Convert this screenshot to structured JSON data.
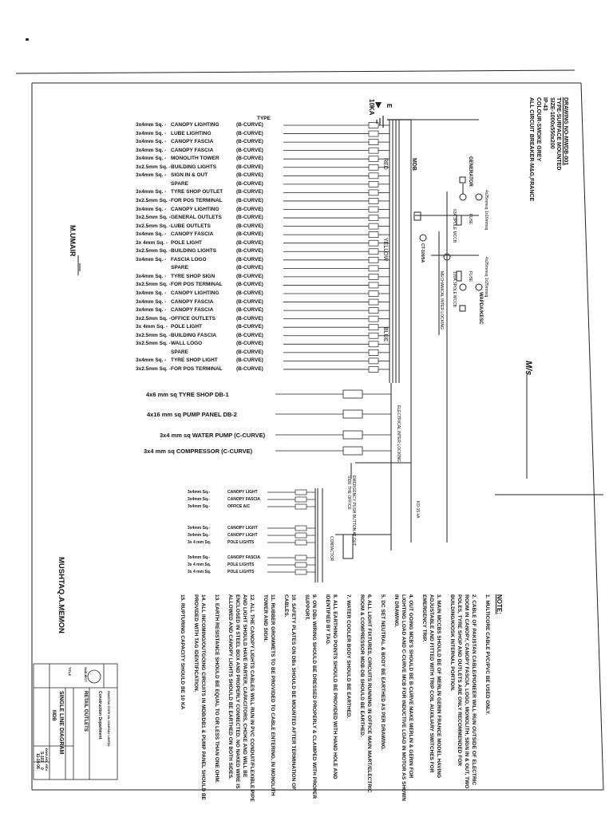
{
  "header": {
    "lines": [
      "DRAWING NO-MWDB-001",
      "TYPE-SURFACE MOUNTED",
      "SIZE-1000x550x200",
      "IP-43",
      "COLOUR-SMOKE GREY",
      "ALL CIRCUIT BREAKER-M&G,FRANCE"
    ]
  },
  "mdb_label": "MDB",
  "phase_labels": {
    "red": "RED",
    "yellow": "YELLOW",
    "blue": "BLUE"
  },
  "earth_label": "E",
  "ka_label": "10KA",
  "feeders_header": "TYPE",
  "feeders": [
    {
      "cable": "3x4mm Sq. -",
      "name": "CANOPY LIGHTING",
      "curve": "(B-CURVE)"
    },
    {
      "cable": "3x4mm Sq. -",
      "name": "LUBE LIGHTING",
      "curve": "(B-CURVE)"
    },
    {
      "cable": "3x4mm Sq. -",
      "name": "CANOPY FASCIA",
      "curve": "(B-CURVE)"
    },
    {
      "cable": "3x4mm Sq. -",
      "name": "CANOPY FASCIA",
      "curve": "(B-CURVE)"
    },
    {
      "cable": "3x4mm Sq. -",
      "name": "MONOLITH TOWER",
      "curve": "(B-CURVE)"
    },
    {
      "cable": "3x2.5mm Sq. -",
      "name": "BUILDING LIGHTS",
      "curve": "(B-CURVE)"
    },
    {
      "cable": "3x4mm Sq. -",
      "name": "SIGN IN & OUT",
      "curve": "(B-CURVE)"
    },
    {
      "cable": "",
      "name": "SPARE",
      "curve": "(B-CURVE)"
    },
    {
      "cable": "3x4mm Sq. -",
      "name": "TYRE SHOP OUTLET",
      "curve": "(B-CURVE)"
    },
    {
      "cable": "3x2.5mm Sq. -",
      "name": "FOR POS TERMINAL",
      "curve": "(B-CURVE)"
    },
    {
      "cable": "3x4mm Sq. -",
      "name": "CANOPY LIGHTING",
      "curve": "(B-CURVE)"
    },
    {
      "cable": "3x2.5mm Sq. -",
      "name": "GENERAL OUTLETS",
      "curve": "(B-CURVE)"
    },
    {
      "cable": "3x2.5mm Sq. -",
      "name": "LUBE OUTLETS",
      "curve": "(B-CURVE)"
    },
    {
      "cable": "3x4mm Sq. -",
      "name": "CANOPY FASCIA",
      "curve": "(B-CURVE)"
    },
    {
      "cable": "3x 4mm Sq. -",
      "name": "POLE LIGHT",
      "curve": "(B-CURVE)"
    },
    {
      "cable": "3x2.5mm Sq. -",
      "name": "BUILDING LIGHTS",
      "curve": "(B-CURVE)"
    },
    {
      "cable": "3x4mm Sq. -",
      "name": "FASCIA LOGO",
      "curve": "(B-CURVE)"
    },
    {
      "cable": "",
      "name": "SPARE",
      "curve": "(B-CURVE)"
    },
    {
      "cable": "3x4mm Sq. -",
      "name": "TYRE SHOP SIGN",
      "curve": "(B-CURVE)"
    },
    {
      "cable": "3x2.5mm Sq. -",
      "name": "FOR POS TERMINAL",
      "curve": "(B-CURVE)"
    },
    {
      "cable": "3x4mm Sq. -",
      "name": "CANOPY LIGHTING",
      "curve": "(B-CURVE)"
    },
    {
      "cable": "3x4mm Sq. -",
      "name": "CANOPY FASCIA",
      "curve": "(B-CURVE)"
    },
    {
      "cable": "3x4mm Sq. -",
      "name": "CANOPY FASCIA",
      "curve": "(B-CURVE)"
    },
    {
      "cable": "3x2.5mm Sq. -",
      "name": "OFFICE OUTLETS",
      "curve": "(B-CURVE)"
    },
    {
      "cable": "3x 4mm Sq. -",
      "name": "POLE LIGHT",
      "curve": "(B-CURVE)"
    },
    {
      "cable": "3x2.5mm Sq. -",
      "name": "BUILDING FASCIA",
      "curve": "(B-CURVE)"
    },
    {
      "cable": "3x2.5mm Sq. -",
      "name": "WALL LOGO",
      "curve": "(B-CURVE)"
    },
    {
      "cable": "",
      "name": "SPARE",
      "curve": "(B-CURVE)"
    },
    {
      "cable": "3x4mm Sq. -",
      "name": "TYRE SHOP LIGHT",
      "curve": "(B-CURVE)"
    },
    {
      "cable": "3x2.5mm Sq. -",
      "name": "FOR POS TERMINAL",
      "curve": "(B-CURVE)"
    }
  ],
  "big_feeders": [
    {
      "text": "4x6 mm sq TYRE SHOP    DB-1"
    },
    {
      "text": "4x16 mm sq PUMP PANEL DB-2"
    },
    {
      "text": "3x4 mm sq WATER PUMP (C-CURVE)"
    },
    {
      "text": "3x4 mm sq  COMPRESSOR     (C-CURVE)"
    }
  ],
  "sub_feeders": [
    {
      "cable": "3x4mm Sq.-",
      "name": "CANOPY LIGHT"
    },
    {
      "cable": "3x4mm Sq.-",
      "name": "CANOPY FASCIA"
    },
    {
      "cable": "3x4mm Sq.-",
      "name": "OFFICE A/C"
    },
    {
      "cable": "3x4mm Sq.-",
      "name": "CANOPY LIGHT"
    },
    {
      "cable": "3x4mm Sq.-",
      "name": "CANOPY LIGHT"
    },
    {
      "cable": "3x 4 mm Sq.",
      "name": "POLE LIGHTS"
    },
    {
      "cable": "3x4mm Sq.-",
      "name": "CANOPY FASCIA"
    },
    {
      "cable": "3x 4 mm Sq.",
      "name": "POLE LIGHTS"
    },
    {
      "cable": "3x 4 mm Sq.",
      "name": "POLE LIGHTS"
    }
  ],
  "labels": {
    "generator": "GENERATOR",
    "generator_cable": "4x25mmsq 1x16mmsq",
    "wapda_cable": "4x25mmsq 1x25mmsq",
    "wapda": "WAPDA/KESC",
    "fuse": "FUSE",
    "mccb1": "63A 3POLE MCCB",
    "mccb2": "100A 3POLE MCCB",
    "mech_interlock": "MECHANICAL INTER LOCKING",
    "ct": "CT-100/5A",
    "elec_interlock": "ELECTRICAL INTER LOCKING",
    "kd": "KD-15 kA",
    "emergency": "EMERGENCY PUSH BUTTON AT OUT SIDE THE OFFICE",
    "contactor": "CONTACTOR",
    "ms": "M/s",
    "sign1": "M.UMAIR",
    "sign2": "MUSHTAQ.A.MEMON"
  },
  "notes_title": "NOTE:",
  "notes": [
    "1.  MULTICORE CABLE PVC/PVC BE USED ONLY.",
    "2.  CABLE OF PAKISTAN CABLE/PIONEER WILL RUN OUTSIDE OF ELECTRIC ROOM IN CANOPY, CANOPY FASCIA, LOGO, MONOLITH, SIGN IN & OUT, TWO POLES, TYRE SHOP AND OUTLETS ARE ONLY RECOMMENDED FOR BUILDING/KIOSK INTERNAL PORTION.",
    "3.  MAIN MCCBS SHOULD BE OF MERLIN GERIN FRANCE MODEL HAVING ADJUSTABLE AND FITTED WITH TRIP COIL AUXILIARY SWITCHES FOR EMERGENCY TRIP.",
    "4.  OUT GOING MCB'S SHOULD BE B-CURVE MAKE MERLIN & GERIN FOR LIGHTING LOAD AND C-CURVE MCB FOR INDUCTIVE LOAD IN MOTOR AS SHOWN IN DRAWING.",
    "5.  DC SET NEUTRAL & BODY BE EARTHED AS PER DRAWING.",
    "6.  ALL LIGHT FIXTURES, CIRCUITS RUNNING IN OFFICE MAIN MART/ELECTRIC ROOM & COMPRESSOR MDB-DB SHOULD BE EARTHED.",
    "7.  WATER COOLER BODY SHOULD BE EARTHED.",
    "8.  ALL EARTHING POINTS SHOULD BE PROVIDED WITH HAND HOLE AND IDENTIFIED BY TAG.",
    "9.  ON DBs WIRING SHOULD BE DRESSED PROPERLY & CLAMPED WITH PROPER SUPPORT.",
    "10. SAFETY PLATES ON DBs SHOULD BE MOUNTED AFTER TERMINATION OF CABLES.",
    "11. RUBBER GROMMETS TO BE PROVIDED TO CABLE ENTERING, IN MONOLITH TOWER AND SIGN.",
    "12. ALL THE CANOPY LIGHTS CABLES WILL RUN IN PVC CONDUIT/FLEXIBLE PIPE AND LIGHT SHOULD HAVE PARTER, CAPACITORS, CHOKE AND WILL BE ENCLOSED IN STEEL BOX AND PROPERLY CONNECTED. NO NAKED WIRE IS ALLOWED AND CANOPY LIGHTS SHOULD BE EARTHED ON BOTH SIDES.",
    "13. EARTH RESISTANCE SHOULD BE EQUAL TO OR LESS THAN ONE OHM.",
    "14. ALL INCOMING/OUTGOING CIRCUITS IN MDB/DB1 & PUMP PANEL SHOULD BE PROVIDED WITH TAG IDENTIFICATION.",
    "15. RUPTURING CAPACITY SHOULD BE 10 KA"
  ],
  "title_block": {
    "company_lines": [
      "PAKISTAN STATE OIL COMPANY LIMITED",
      "Construction Department"
    ],
    "subject_label": "SUBJECT",
    "subject": "RETAIL OUTLETS",
    "title_label": "TITLE",
    "title": "SINGLE LINE DIAGRAM",
    "title2": "MDB",
    "dwg_label": "DWG.NO.",
    "dwg_no": "S-103",
    "rev_label": "REV.",
    "rev": "0",
    "date": "11-10-06"
  }
}
